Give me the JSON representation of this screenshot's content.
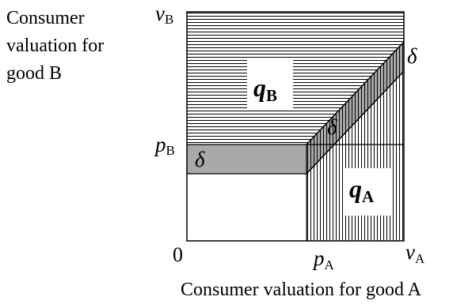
{
  "y_axis": {
    "label_lines": [
      "Consumer",
      "valuation for",
      "good B"
    ],
    "top_var": "v",
    "top_sub": "B",
    "price_var": "p",
    "price_sub": "B"
  },
  "x_axis": {
    "label": "Consumer valuation for good A",
    "origin": "0",
    "price_var": "p",
    "price_sub": "A",
    "right_var": "v",
    "right_sub": "A"
  },
  "regions": {
    "qB": {
      "var": "q",
      "sub": "B"
    },
    "qA": {
      "var": "q",
      "sub": "A"
    }
  },
  "band_symbols": {
    "horizontal_band": "δ",
    "diagonal_band": "δ",
    "corner": "δ"
  },
  "colors": {
    "hatch": "#000000",
    "band_fill": "#a9a9a9",
    "background": "#ffffff"
  }
}
